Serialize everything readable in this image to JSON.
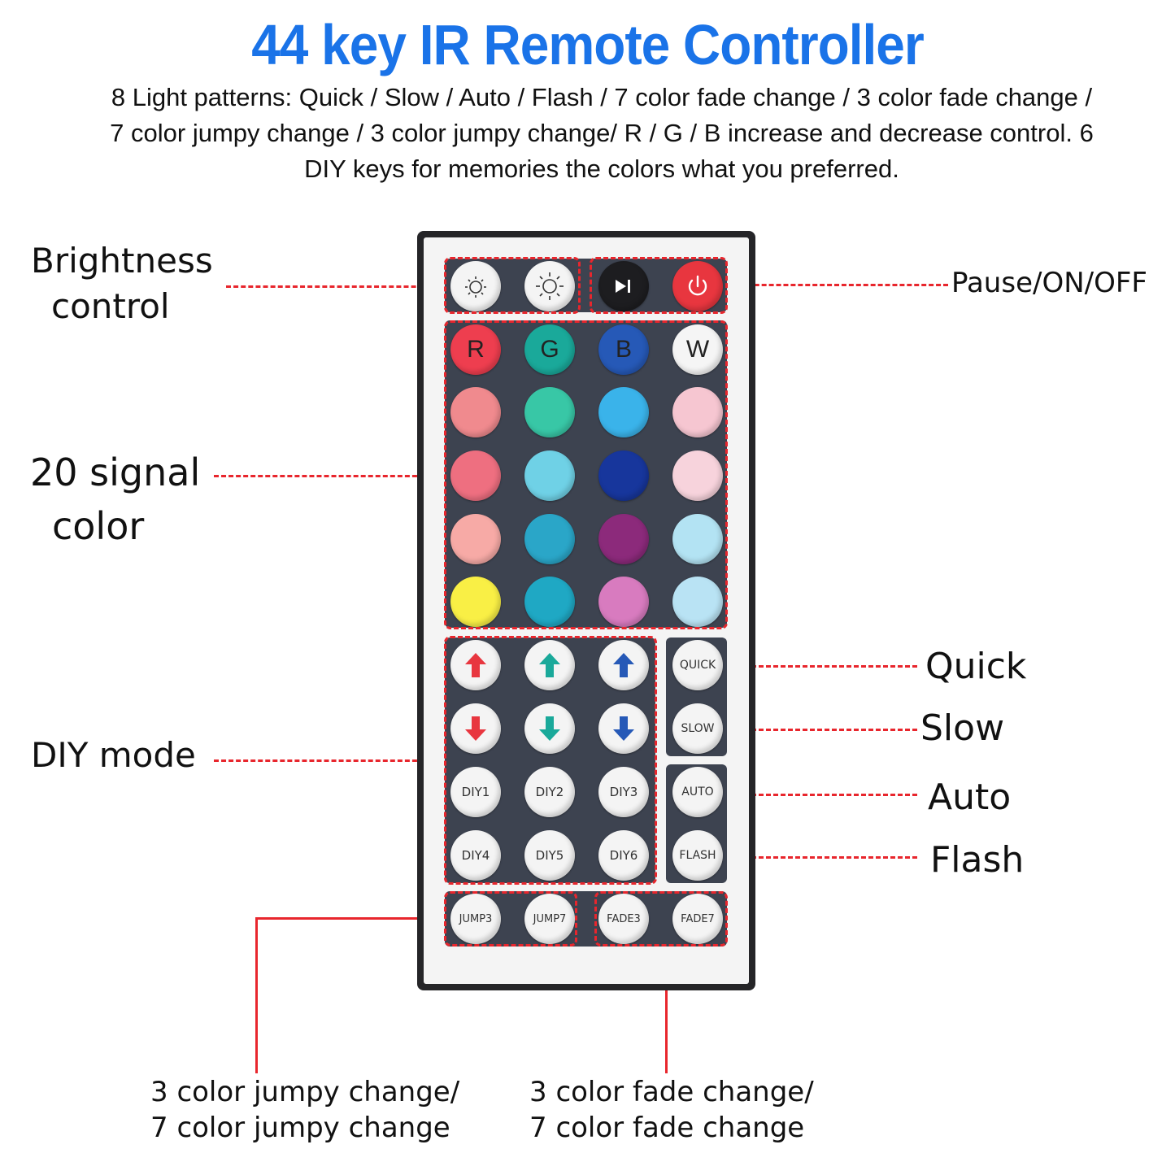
{
  "title": "44 key IR Remote Controller",
  "description": [
    "8 Light patterns: Quick / Slow / Auto / Flash / 7 color fade change / 3 color fade change /",
    "7 color jumpy change / 3 color jumpy change/ R / G / B increase and decrease control. 6",
    "DIY keys for memories the colors what you preferred."
  ],
  "labels": {
    "brightness_1": "Brightness",
    "brightness_2": "control",
    "pause": "Pause/ON/OFF",
    "signal_1": "20 signal",
    "signal_2": "color",
    "diy": "DIY mode",
    "quick": "Quick",
    "slow": "Slow",
    "auto": "Auto",
    "flash": "Flash",
    "jumpy_1": "3 color jumpy change/",
    "jumpy_2": "7 color jumpy change",
    "fade_1": "3 color fade change/",
    "fade_2": "7 color fade change"
  },
  "keys": {
    "r": "R",
    "g": "G",
    "b": "B",
    "w": "W",
    "quick": "QUICK",
    "slow": "SLOW",
    "auto": "AUTO",
    "flash": "FLASH",
    "diy1": "DIY1",
    "diy2": "DIY2",
    "diy3": "DIY3",
    "diy4": "DIY4",
    "diy5": "DIY5",
    "diy6": "DIY6",
    "jump3": "JUMP3",
    "jump7": "JUMP7",
    "fade3": "FADE3",
    "fade7": "FADE7"
  },
  "colors": {
    "accent_red": "#e8262d",
    "title_blue": "#1a73e8",
    "panel": "#3d4350",
    "color_keys": [
      "#ee3e4f",
      "#1aa99a",
      "#2659b7",
      "#f5f5f5",
      "#f08a8e",
      "#38c7a6",
      "#3ab3ea",
      "#f6c6d1",
      "#ee6f80",
      "#6fd1e6",
      "#17369c",
      "#f7d3dc",
      "#f7aaa6",
      "#2aa6c8",
      "#8c2a7b",
      "#b3e3f3",
      "#f9ef45",
      "#1fa8c4",
      "#d87bbf",
      "#b9e3f4"
    ]
  }
}
